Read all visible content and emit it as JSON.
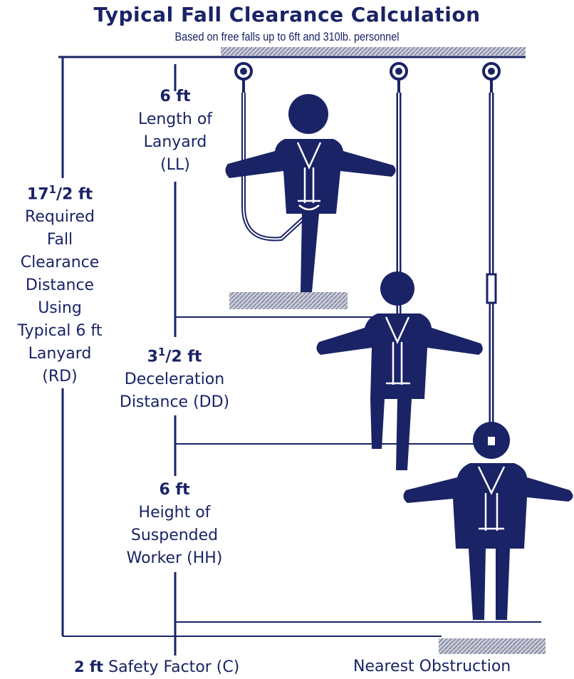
{
  "header": {
    "title": "Typical Fall Clearance Calculation",
    "subtitle": "Based on free falls up to 6ft and 310lb. personnel"
  },
  "labels": {
    "ll": {
      "value": "6 ft",
      "line1": "Length of",
      "line2": "Lanyard",
      "line3": "(LL)"
    },
    "rd": {
      "whole": "17",
      "num": "1",
      "den": "2",
      "unit": "ft",
      "line1": "Required",
      "line2": "Fall",
      "line3": "Clearance",
      "line4": "Distance",
      "line5": "Using",
      "line6": "Typical 6 ft",
      "line7": "Lanyard",
      "line8": "(RD)"
    },
    "dd": {
      "whole": "3",
      "num": "1",
      "den": "2",
      "unit": "ft",
      "line1": "Deceleration",
      "line2": "Distance (DD)"
    },
    "hh": {
      "value": "6 ft",
      "line1": "Height of",
      "line2": "Suspended",
      "line3": "Worker (HH)"
    },
    "sf": {
      "value": "2 ft",
      "text": "Safety Factor (C)"
    },
    "no": {
      "text": "Nearest Obstruction"
    }
  },
  "colors": {
    "ink": "#1a2366",
    "hatch": "#8a8fa8"
  }
}
